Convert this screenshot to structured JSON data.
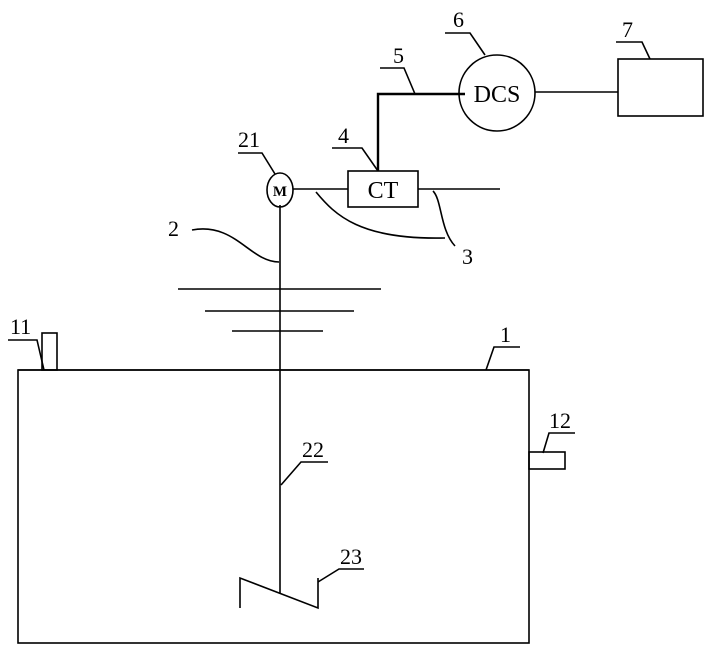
{
  "labels": {
    "tank": "1",
    "stirrer": "2",
    "signal_line_3": "3",
    "ct_ref": "4",
    "wire_5": "5",
    "dcs_ref": "6",
    "box_7": "7",
    "inlet": "11",
    "outlet": "12",
    "motor": "21",
    "shaft": "22",
    "blade": "23"
  },
  "boxes": {
    "ct": "CT",
    "dcs": "DCS",
    "motor_symbol": "M"
  }
}
